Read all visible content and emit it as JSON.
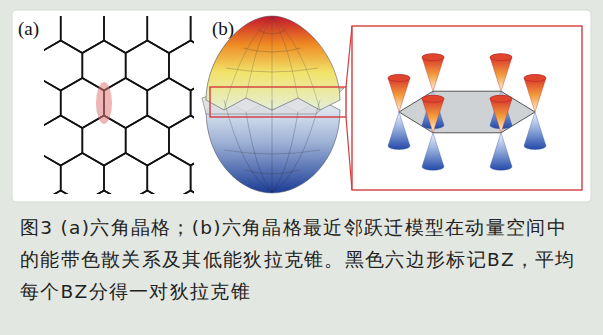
{
  "diagram": {
    "caption": "图3 (a)六角晶格；(b)六角晶格最近邻跃迁模型在动量空间中的能带色散关系及其低能狄拉克锥。黑色六边形标记BZ，平均每个BZ分得一对狄拉克锥",
    "labels": [
      "(a)",
      "(b)"
    ]
  }
}
